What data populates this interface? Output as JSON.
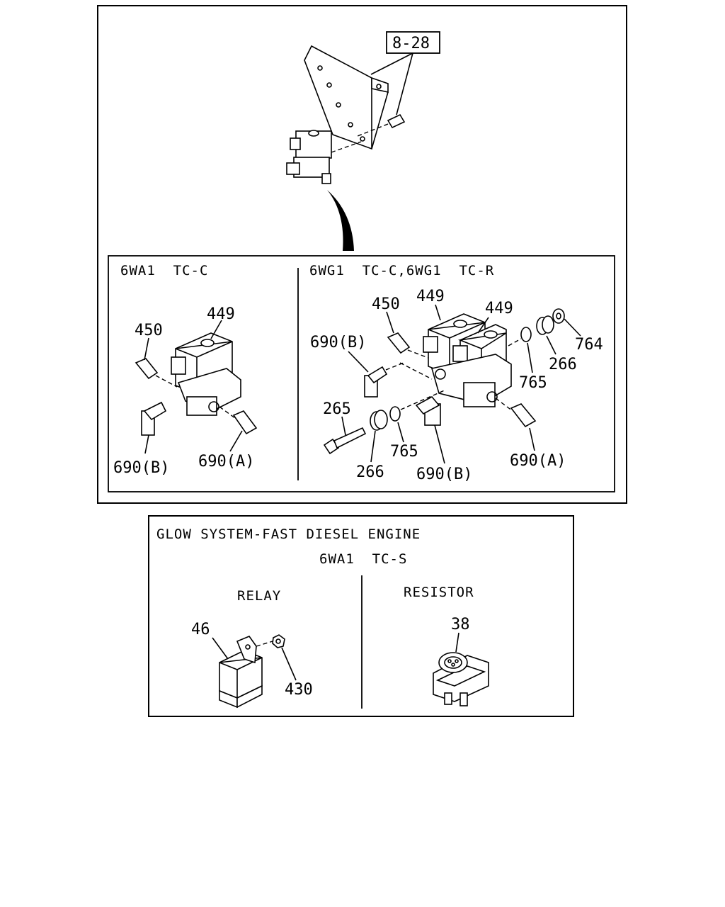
{
  "top_panel": {
    "ref_box": "8-28",
    "left_section": {
      "title": "6WA1  TC-C",
      "labels": [
        "449",
        "450",
        "690(B)",
        "690(A)"
      ]
    },
    "right_section": {
      "title": "6WG1  TC-C,6WG1  TC-R",
      "labels": [
        "450",
        "449",
        "449",
        "690(B)",
        "765",
        "266",
        "764",
        "265",
        "266",
        "765",
        "690(B)",
        "690(A)"
      ]
    }
  },
  "bottom_panel": {
    "title": "GLOW SYSTEM-FAST DIESEL ENGINE",
    "subtitle": "6WA1  TC-S",
    "relay": {
      "heading": "RELAY",
      "labels": [
        "46",
        "430"
      ]
    },
    "resistor": {
      "heading": "RESISTOR",
      "labels": [
        "38"
      ]
    }
  }
}
